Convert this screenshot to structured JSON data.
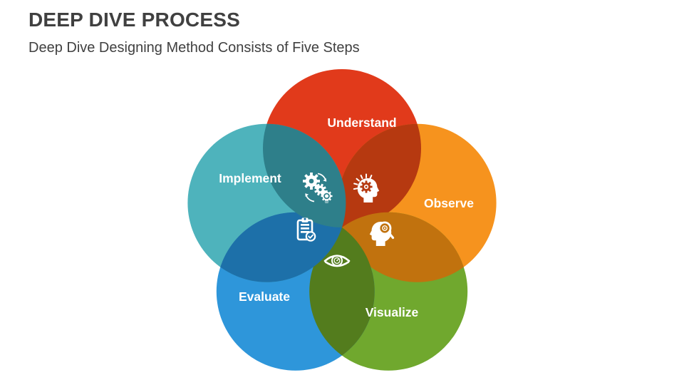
{
  "header": {
    "title": "DEEP DIVE PROCESS",
    "subtitle": "Deep Dive Designing Method Consists of Five Steps",
    "text_color": "#404040"
  },
  "diagram": {
    "label_color": "#FFFFFF",
    "steps": [
      {
        "label": "Understand",
        "color": "#E13A1B",
        "overlap_color": "#B63910",
        "icon": "head-gear-idea-icon"
      },
      {
        "label": "Observe",
        "color": "#F6931E",
        "overlap_color": "#C1720E",
        "icon": "head-magnifier-icon"
      },
      {
        "label": "Visualize",
        "color": "#70A82E",
        "overlap_color": "#537C1D",
        "icon": "eye-gauge-icon"
      },
      {
        "label": "Evaluate",
        "color": "#2E96DA",
        "overlap_color": "#1D70A9",
        "icon": "clipboard-check-icon"
      },
      {
        "label": "Implement",
        "color": "#4EB3BC",
        "overlap_color": "#2E7F8A",
        "icon": "gears-refresh-bulb-icon"
      }
    ]
  }
}
